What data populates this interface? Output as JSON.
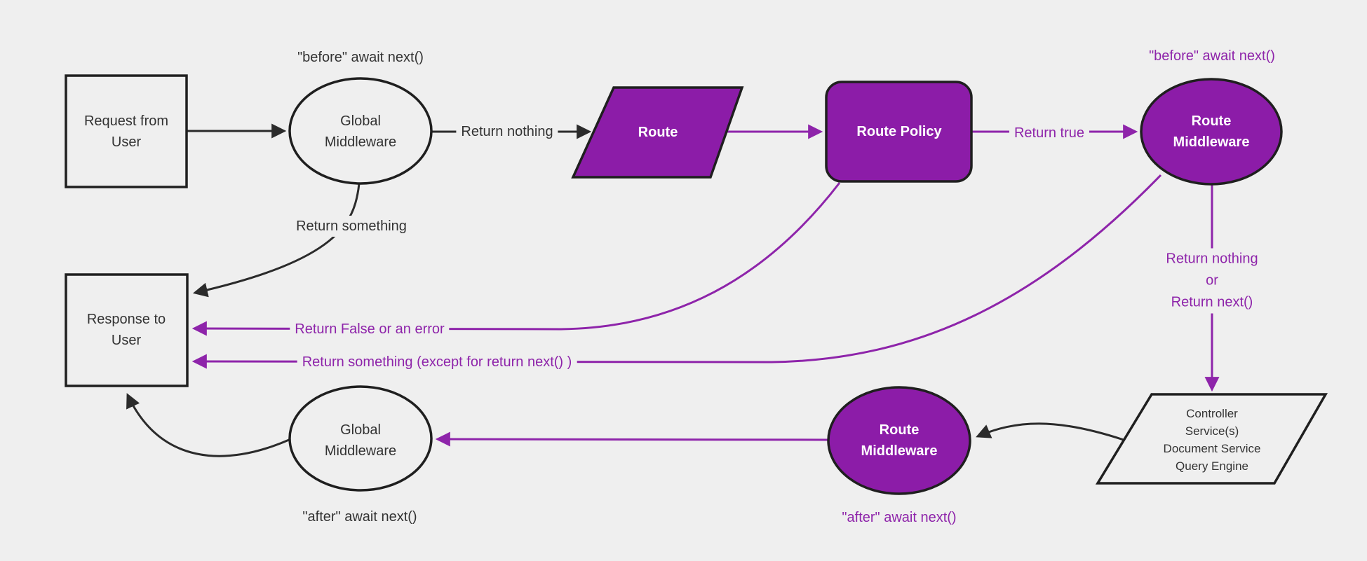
{
  "diagram_title": "Request lifecycle middleware flowchart",
  "colors": {
    "background": "#efefef",
    "purple_fill": "#8C1CA8",
    "purple_line": "#8E24AA",
    "dark_line": "#2b2b2b",
    "dark_text": "#333333",
    "node_text_inverse": "#ffffff"
  },
  "nodes": {
    "request": {
      "lines": [
        "Request from",
        "User"
      ]
    },
    "global_mw_top": {
      "lines": [
        "Global",
        "Middleware"
      ]
    },
    "route": {
      "lines": [
        "Route"
      ]
    },
    "route_policy": {
      "lines": [
        "Route Policy"
      ]
    },
    "route_mw_top": {
      "lines": [
        "Route",
        "Middleware"
      ]
    },
    "controller": {
      "lines": [
        "Controller",
        "Service(s)",
        "Document Service",
        "Query Engine"
      ]
    },
    "route_mw_bottom": {
      "lines": [
        "Route",
        "Middleware"
      ]
    },
    "global_mw_bottom": {
      "lines": [
        "Global",
        "Middleware"
      ]
    },
    "response": {
      "lines": [
        "Response to",
        "User"
      ]
    }
  },
  "labels": {
    "before_await_black": "\"before\" await next()",
    "before_await_purple": "\"before\" await next()",
    "return_nothing": "Return nothing",
    "return_something": "Return something",
    "return_true": "Return true",
    "return_nothing_or": {
      "lines": [
        "Return nothing",
        "or",
        "Return next()"
      ]
    },
    "return_false_error": "Return False or an error",
    "return_something_except": "Return something (except for return next() )",
    "after_await_purple": "\"after\" await next()",
    "after_await_black": "\"after\" await next()"
  }
}
